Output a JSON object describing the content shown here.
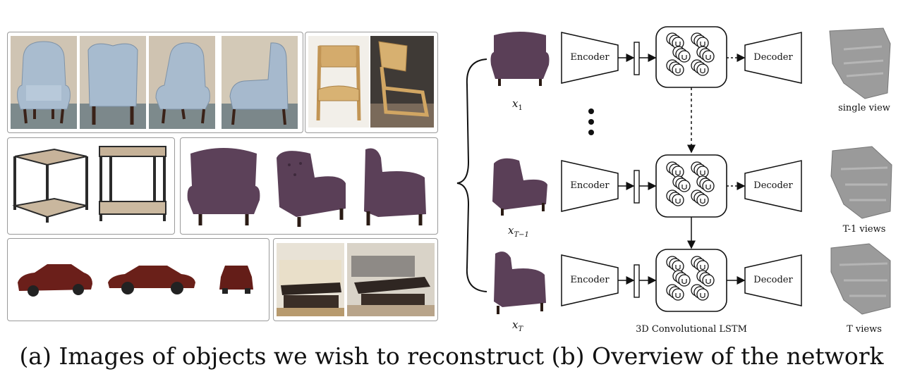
{
  "caption": {
    "part_a": "(a) Images of objects we wish to reconstruct",
    "part_b": "(b) Overview of the network"
  },
  "network": {
    "encoder_label": "Encoder",
    "decoder_label": "Decoder",
    "lstm_label": "3D Convolutional LSTM",
    "rows": [
      {
        "input": "x",
        "input_sub": "1",
        "output_caption": "single view"
      },
      {
        "input": "x",
        "input_sub": "T−1",
        "output_caption": "T-1 views"
      },
      {
        "input": "x",
        "input_sub": "T",
        "output_caption": "T views"
      }
    ]
  },
  "colors": {
    "panel_border": "#9a9a9a",
    "chair_purple": "#5a3f57",
    "voxel_gray": "#9c9c9c",
    "car_red": "#6b1f1a",
    "blue_chair": "#9fb3c7",
    "wood": "#c9a468"
  }
}
